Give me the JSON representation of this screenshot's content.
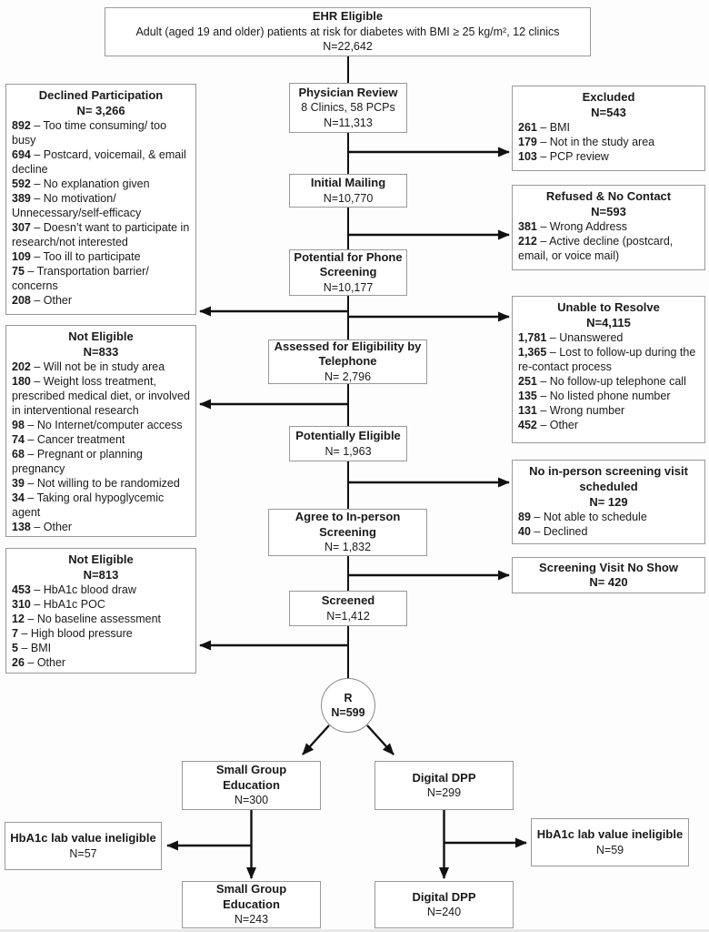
{
  "ehr_box": {
    "title": "EHR Eligible",
    "description": "Adult (aged 19 and older) patients at risk for diabetes with BMI ≥ 25 kg/m², 12 clinics",
    "n": "N=22,642"
  },
  "center_boxes": [
    {
      "title": "Physician Review",
      "subtitle": "8 Clinics, 58 PCPs",
      "n": "N=11,313"
    },
    {
      "title": "Initial Mailing",
      "n": "N=10,770"
    },
    {
      "title": "Potential for Phone Screening",
      "n": "N=10,177"
    },
    {
      "title": "Assessed for Eligibility by Telephone",
      "n": "N= 2,796"
    },
    {
      "title": "Potentially Eligible",
      "n": "N= 1,963"
    },
    {
      "title": "Agree to In-person Screening",
      "n": "N= 1,832"
    },
    {
      "title": "Screened",
      "n": "N=1,412"
    }
  ],
  "left_boxes": [
    {
      "title": "Declined Participation",
      "n": "N= 3,266",
      "items": [
        {
          "n": "892",
          "text": "– Too time consuming/ too busy"
        },
        {
          "n": "694",
          "text": "– Postcard, voicemail, & email decline"
        },
        {
          "n": "592",
          "text": "– No explanation given"
        },
        {
          "n": "389",
          "text": "– No motivation/ Unnecessary/self-efficacy"
        },
        {
          "n": "307",
          "text": "– Doesn’t want to participate in research/not interested"
        },
        {
          "n": "109",
          "text": "– Too ill to participate"
        },
        {
          "n": "75",
          "text": "– Transportation barrier/ concerns"
        },
        {
          "n": "208",
          "text": "– Other"
        }
      ]
    },
    {
      "title": "Not Eligible",
      "n": "N=833",
      "items": [
        {
          "n": "202",
          "text": "– Will not be in study area"
        },
        {
          "n": "180",
          "text": "– Weight loss treatment, prescribed medical diet, or involved in interventional research"
        },
        {
          "n": "98",
          "text": "– No Internet/computer access"
        },
        {
          "n": "74",
          "text": "– Cancer treatment"
        },
        {
          "n": "68",
          "text": "– Pregnant or planning pregnancy"
        },
        {
          "n": "39",
          "text": "– Not willing to be randomized"
        },
        {
          "n": "34",
          "text": "– Taking oral hypoglycemic agent"
        },
        {
          "n": "138",
          "text": "– Other"
        }
      ]
    },
    {
      "title": "Not Eligible",
      "n": "N=813",
      "items": [
        {
          "n": "453",
          "text": "– HbA1c blood draw"
        },
        {
          "n": "310",
          "text": "– HbA1c POC"
        },
        {
          "n": "12",
          "text": "– No baseline assessment"
        },
        {
          "n": "7",
          "text": "– High blood pressure"
        },
        {
          "n": "5",
          "text": "– BMI"
        },
        {
          "n": "26",
          "text": "– Other"
        }
      ]
    }
  ],
  "right_boxes": [
    {
      "title": "Excluded",
      "n": "N=543",
      "items": [
        {
          "n": "261",
          "text": "– BMI"
        },
        {
          "n": "179",
          "text": "– Not in the study area"
        },
        {
          "n": "103",
          "text": "– PCP review"
        }
      ]
    },
    {
      "title": "Refused & No Contact",
      "n": "N=593",
      "items": [
        {
          "n": "381",
          "text": "– Wrong Address"
        },
        {
          "n": "212",
          "text": "– Active decline (postcard, email, or voice mail)"
        }
      ]
    },
    {
      "title": "Unable to Resolve",
      "n": "N=4,115",
      "items": [
        {
          "n": "1,781",
          "text": "– Unanswered"
        },
        {
          "n": "1,365",
          "text": "– Lost to follow-up during the re-contact process"
        },
        {
          "n": "251",
          "text": "– No follow-up telephone call"
        },
        {
          "n": "135",
          "text": "– No listed phone number"
        },
        {
          "n": "131",
          "text": "– Wrong number"
        },
        {
          "n": "452",
          "text": "– Other"
        }
      ]
    },
    {
      "title": "No in-person screening visit scheduled",
      "n": "N= 129",
      "items": [
        {
          "n": "89",
          "text": "– Not able to schedule"
        },
        {
          "n": "40",
          "text": "– Declined"
        }
      ]
    },
    {
      "title": "Screening Visit No Show",
      "n": "N= 420",
      "items": []
    }
  ],
  "randomization": {
    "label": "R",
    "n": "N=599"
  },
  "arm_boxes": {
    "sge_allocated": {
      "title": "Small Group Education",
      "n": "N=300"
    },
    "dpp_allocated": {
      "title": "Digital DPP",
      "n": "N=299"
    },
    "sge_ineligible": {
      "title": "HbA1c lab value ineligible",
      "n": "N=57"
    },
    "dpp_ineligible": {
      "title": "HbA1c lab value ineligible",
      "n": "N=59"
    },
    "sge_final": {
      "title": "Small Group Education",
      "n": "N=243"
    },
    "dpp_final": {
      "title": "Digital DPP",
      "n": "N=240"
    }
  },
  "colors": {
    "line": "#111111",
    "box_border": "#999999",
    "background": "#fdfdfd",
    "text": "#1a1a1a"
  }
}
